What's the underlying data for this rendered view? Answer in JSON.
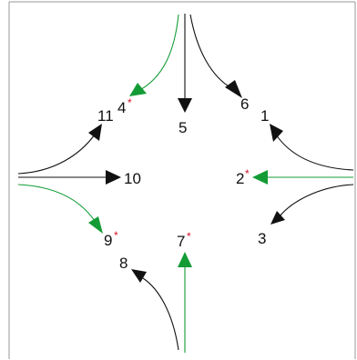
{
  "colors": {
    "dark": "#111111",
    "green": "#139c36",
    "star": "#d4142b",
    "frame": "#9a9a9a"
  },
  "movements": [
    {
      "id": "1",
      "label": "1",
      "starred": false,
      "color": "dark"
    },
    {
      "id": "2",
      "label": "2",
      "starred": true,
      "color": "green"
    },
    {
      "id": "3",
      "label": "3",
      "starred": false,
      "color": "dark"
    },
    {
      "id": "4",
      "label": "4",
      "starred": true,
      "color": "green"
    },
    {
      "id": "5",
      "label": "5",
      "starred": false,
      "color": "dark"
    },
    {
      "id": "6",
      "label": "6",
      "starred": false,
      "color": "dark"
    },
    {
      "id": "7",
      "label": "7",
      "starred": true,
      "color": "green"
    },
    {
      "id": "8",
      "label": "8",
      "starred": false,
      "color": "dark"
    },
    {
      "id": "9",
      "label": "9",
      "starred": true,
      "color": "green"
    },
    {
      "id": "10",
      "label": "10",
      "starred": false,
      "color": "dark"
    },
    {
      "id": "11",
      "label": "11",
      "starred": false,
      "color": "dark"
    }
  ],
  "star_symbol": "*"
}
